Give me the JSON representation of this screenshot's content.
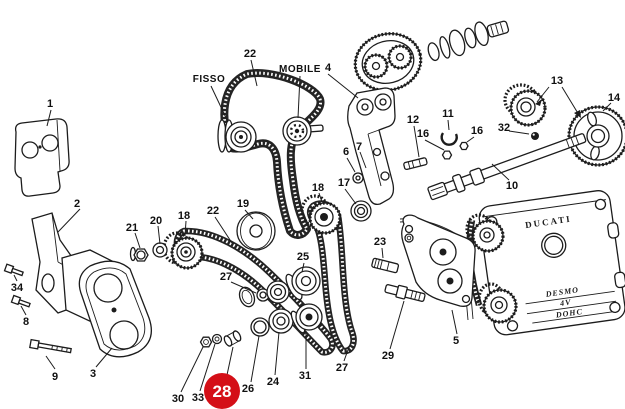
{
  "canvas": {
    "background": "#ffffff",
    "line_color": "#1c1c1c"
  },
  "highlight_badge": {
    "text": "28",
    "fill": "#d40f17",
    "text_color": "#ffffff"
  },
  "belt_labels": {
    "fixed": "FISSO",
    "mobile": "MOBILE"
  },
  "engine_cover": {
    "brand": "DUCATI",
    "model_line1": "DESMO",
    "model_line2": "4V",
    "model_line3": "DOHC"
  },
  "callouts": [
    {
      "text": "1"
    },
    {
      "text": "2"
    },
    {
      "text": "34"
    },
    {
      "text": "8"
    },
    {
      "text": "9"
    },
    {
      "text": "3"
    },
    {
      "text": "21"
    },
    {
      "text": "20"
    },
    {
      "text": "18"
    },
    {
      "text": "22"
    },
    {
      "text": "4"
    },
    {
      "text": "22"
    },
    {
      "text": "19"
    },
    {
      "text": "18"
    },
    {
      "text": "17"
    },
    {
      "text": "6"
    },
    {
      "text": "7"
    },
    {
      "text": "12"
    },
    {
      "text": "11"
    },
    {
      "text": "16"
    },
    {
      "text": "16"
    },
    {
      "text": "32"
    },
    {
      "text": "13"
    },
    {
      "text": "14"
    },
    {
      "text": "10"
    },
    {
      "text": "23"
    },
    {
      "text": "25"
    },
    {
      "text": "27"
    },
    {
      "text": "27"
    },
    {
      "text": "31"
    },
    {
      "text": "24"
    },
    {
      "text": "26"
    },
    {
      "text": "33"
    },
    {
      "text": "30"
    },
    {
      "text": "29"
    },
    {
      "text": "5"
    }
  ]
}
